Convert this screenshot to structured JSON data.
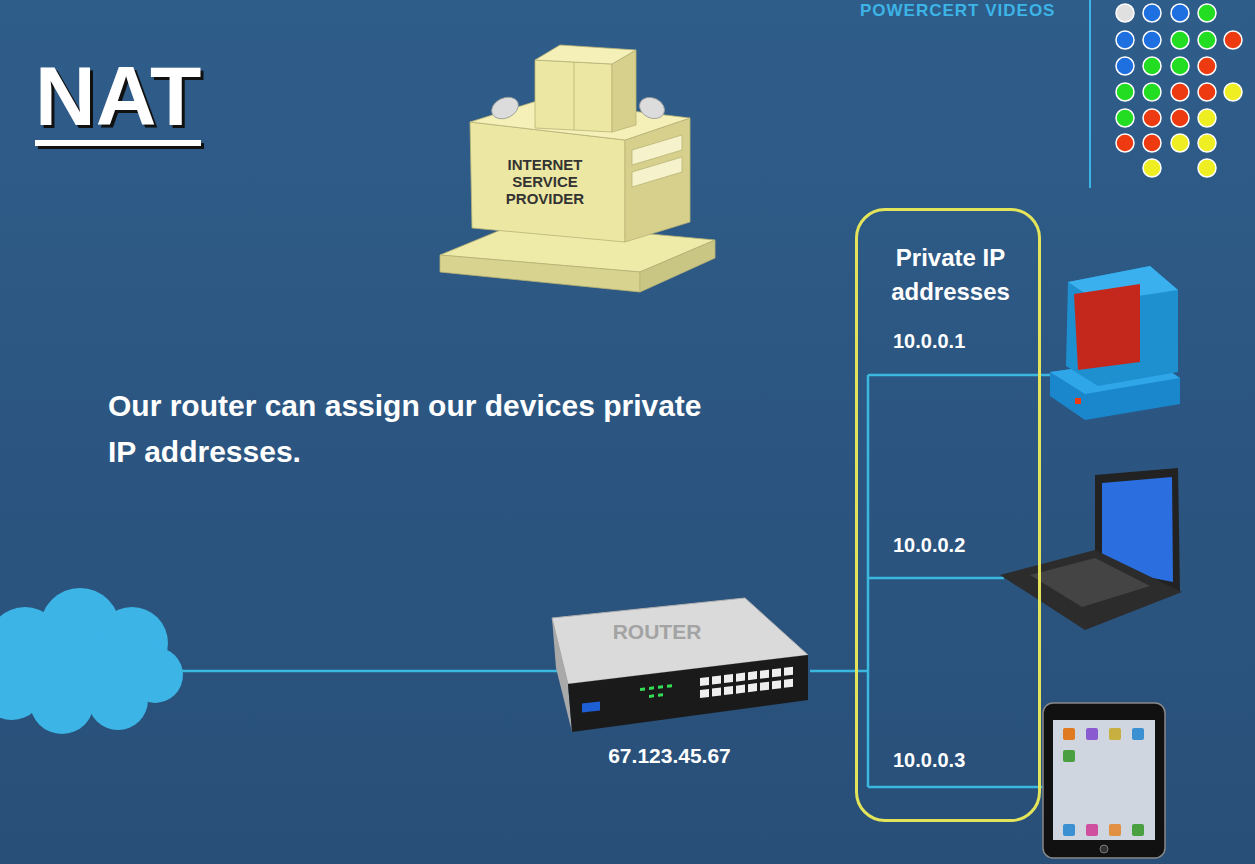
{
  "diagram": {
    "title": "NAT",
    "nodes": [
      {
        "text": [
          "INTERNET SERVICE PROVIDER"
        ]
      },
      {
        "text": [
          "ROUTER",
          "67.123.45.67"
        ]
      },
      {
        "text": [
          "Private IP addresses",
          "10.0.0.1",
          "10.0.0.2",
          "10.0.0.3"
        ]
      }
    ],
    "edges": [
      {
        "from": 1,
        "to": 2,
        "arrow": "none"
      }
    ],
    "labels": [
      "POWERCERT VIDEOS",
      "Our router can assign our devices private IP addresses."
    ]
  }
}
